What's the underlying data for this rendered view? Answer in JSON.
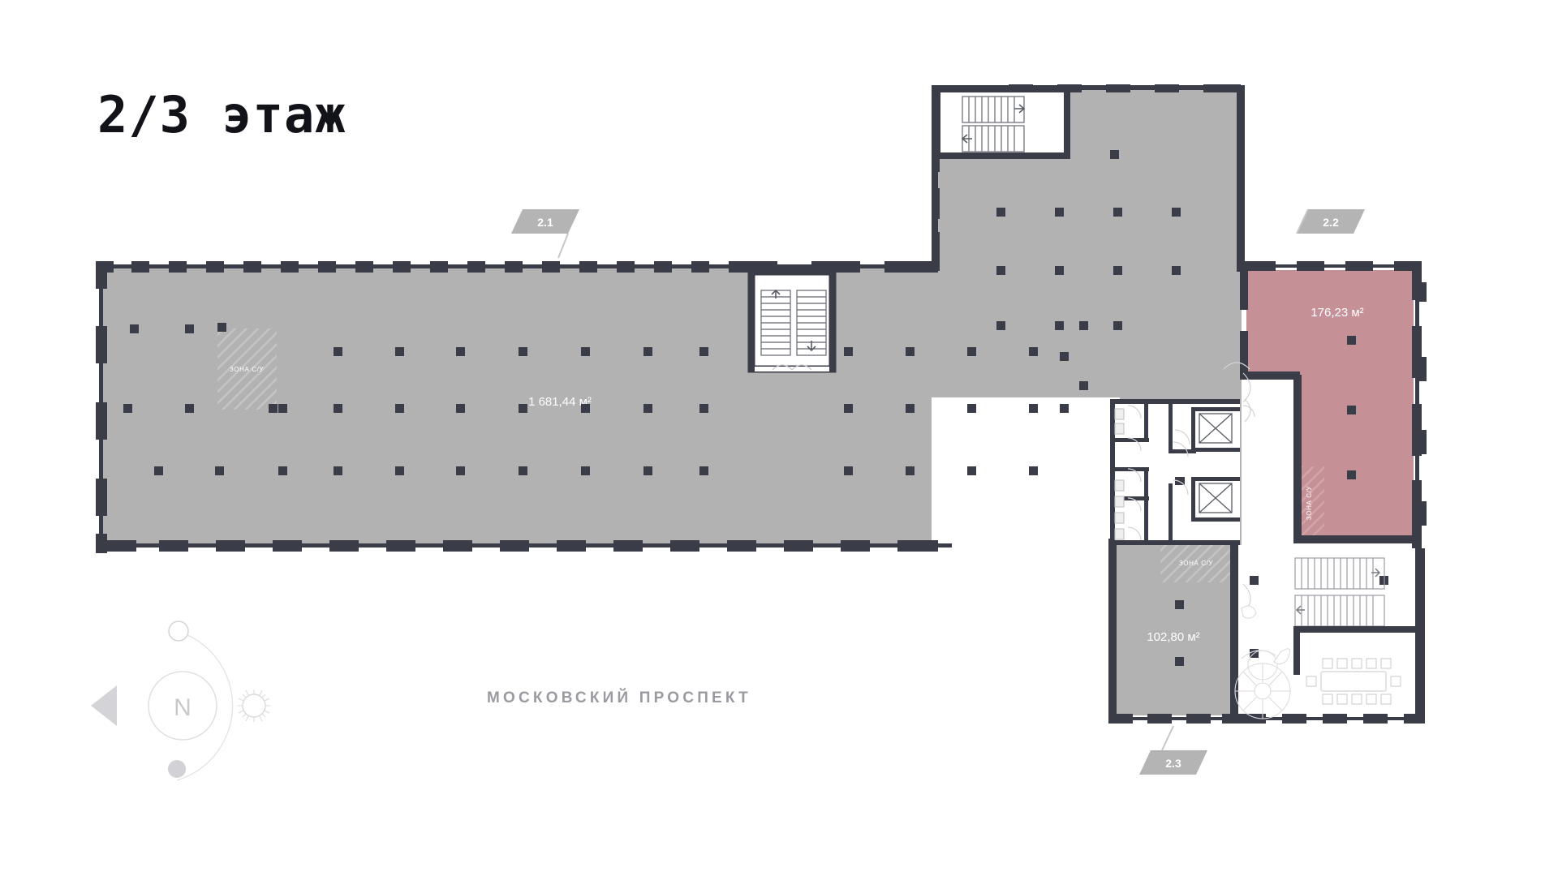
{
  "page": {
    "title": "2/3 этаж",
    "street_label": "МОСКОВСКИЙ ПРОСПЕКТ",
    "background": "#ffffff"
  },
  "colors": {
    "wall": "#3a3c48",
    "floor_gray": "#b2b2b2",
    "floor_pink": "#c59197",
    "tag_gray": "#b4b4b4",
    "text_white": "#ffffff",
    "title_black": "#111318",
    "street_text": "#9a9ba0",
    "compass": "#d5d5d8"
  },
  "units": {
    "blocks": [
      {
        "id": "2.1",
        "tag_label": "2.1",
        "area_label": "1 681,44 м²",
        "fill": "#b2b2b2",
        "zone_label": "ЗОНА С/У"
      },
      {
        "id": "2.2",
        "tag_label": "2.2",
        "area_label": "176,23 м²",
        "fill": "#c59197",
        "zone_label": "ЗОНА С/У"
      },
      {
        "id": "2.3",
        "tag_label": "2.3",
        "area_label": "102,80 м²",
        "fill": "#b2b2b2",
        "zone_label": "ЗОНА С/У"
      }
    ]
  },
  "compass": {
    "letter": "N",
    "arrow": "west-pointer"
  }
}
